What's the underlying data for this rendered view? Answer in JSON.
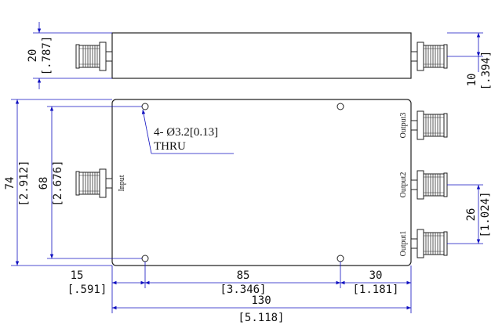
{
  "dimensions": {
    "top_height": {
      "mm": "20",
      "inch": "[.787]"
    },
    "top_offset": {
      "mm": "10",
      "inch": "[.394]"
    },
    "body_height": {
      "mm": "74",
      "inch": "[2.912]"
    },
    "hole_spacing_v": {
      "mm": "68",
      "inch": "[2.676]"
    },
    "port_spacing": {
      "mm": "26",
      "inch": "[1.024]"
    },
    "left_offset": {
      "mm": "15",
      "inch": "[.591]"
    },
    "hole_spacing_h": {
      "mm": "85",
      "inch": "[3.346]"
    },
    "right_offset": {
      "mm": "30",
      "inch": "[1.181]"
    },
    "total_length": {
      "mm": "130",
      "inch": "[5.118]"
    }
  },
  "hole_note": {
    "line1": "4- Ø3.2[0.13]",
    "line2": "THRU"
  },
  "ports": {
    "input": "Input",
    "output1": "Output1",
    "output2": "Output2",
    "output3": "Output3"
  }
}
